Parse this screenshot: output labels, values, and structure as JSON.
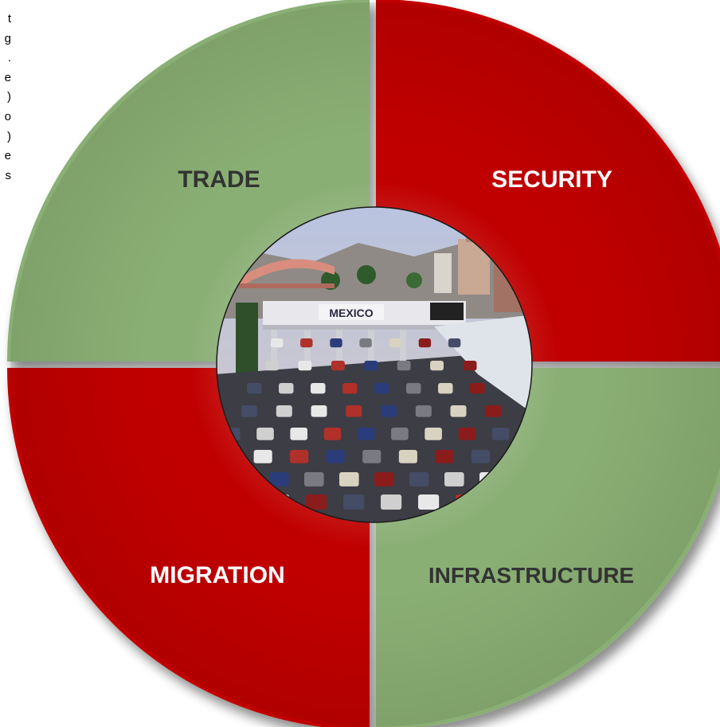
{
  "diagram": {
    "segments": [
      {
        "key": "trade",
        "label": "TRADE",
        "color": "#8aaf74"
      },
      {
        "key": "security",
        "label": "SECURITY",
        "color": "#c00000"
      },
      {
        "key": "migration",
        "label": "MIGRATION",
        "color": "#c00000"
      },
      {
        "key": "infrastructure",
        "label": "INFRASTRUCTURE",
        "color": "#8aaf74"
      }
    ],
    "center_photo": {
      "sign_text": "MEXICO",
      "subject": "border crossing checkpoint with lines of cars"
    },
    "colors": {
      "green": "#8aaf74",
      "red": "#c00000",
      "label": "#333333",
      "sky": "#a9b8d8",
      "road": "#3d3d45"
    }
  },
  "clipped_side_text": {
    "line_endings": [
      "t",
      "g",
      ".",
      "e",
      ")",
      "o",
      ")",
      "e",
      "s"
    ]
  }
}
